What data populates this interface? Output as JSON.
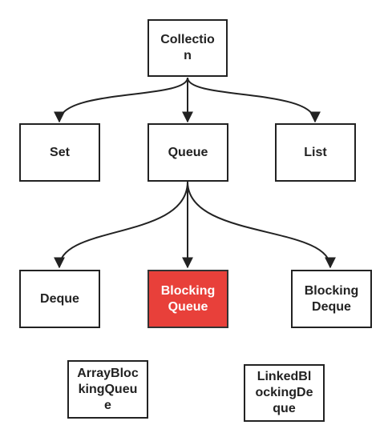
{
  "diagram": {
    "nodes": {
      "collection": {
        "lines": [
          "Collectio",
          "n"
        ]
      },
      "set": {
        "label": "Set"
      },
      "queue": {
        "label": "Queue"
      },
      "list": {
        "label": "List"
      },
      "deque": {
        "label": "Deque"
      },
      "blocking_queue": {
        "lines": [
          "Blocking",
          "Queue"
        ]
      },
      "blocking_deque": {
        "lines": [
          "Blocking",
          "Deque"
        ]
      },
      "array_blocking_queue": {
        "lines": [
          "ArrayBloc",
          "kingQueu",
          "e"
        ]
      },
      "linked_blocking_deque": {
        "lines": [
          "LinkedBl",
          "ockingDe",
          "que"
        ]
      }
    },
    "edges": [
      {
        "from": "Collection",
        "to": "Set"
      },
      {
        "from": "Collection",
        "to": "Queue"
      },
      {
        "from": "Collection",
        "to": "List"
      },
      {
        "from": "Queue",
        "to": "Deque"
      },
      {
        "from": "Queue",
        "to": "Blocking Queue"
      },
      {
        "from": "Queue",
        "to": "Blocking Deque"
      }
    ],
    "colors": {
      "line": "#222222",
      "highlight": "#e8403a",
      "highlight_text": "#ffffff"
    }
  }
}
